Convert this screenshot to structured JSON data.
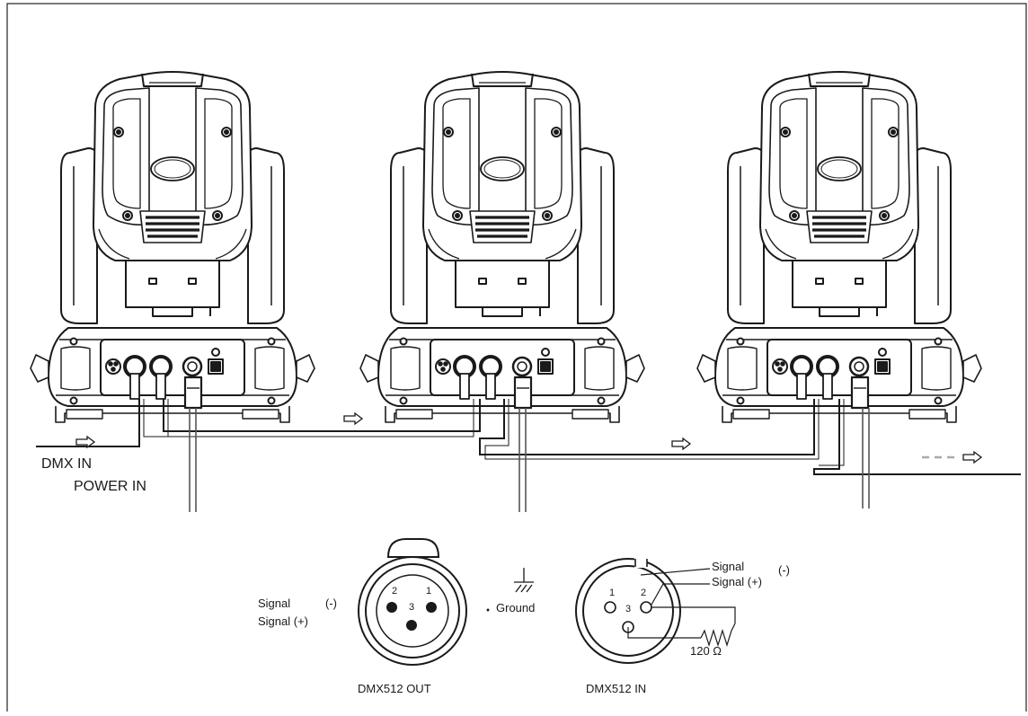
{
  "labels": {
    "dmx_in": "DMX IN",
    "power_in": "POWER IN",
    "signal_minus_left": "Signal",
    "minus_left": "(-)",
    "signal_plus_left": "Signal (+)",
    "ground": "Ground",
    "signal_minus_right": "Signal",
    "minus_right": "(-)",
    "signal_plus_right": "Signal (+)",
    "resistor": "120 Ω",
    "out_caption": "DMX512 OUT",
    "in_caption": "DMX512 IN"
  },
  "pins": {
    "out": [
      "2",
      "1",
      "3"
    ],
    "in": [
      "1",
      "2",
      "3"
    ]
  },
  "fixture_count": 3,
  "colors": {
    "line": "#1a1a1a",
    "cable_dmx": "#2a2a2a",
    "cable_power": "#555555",
    "frame": "#222222"
  }
}
